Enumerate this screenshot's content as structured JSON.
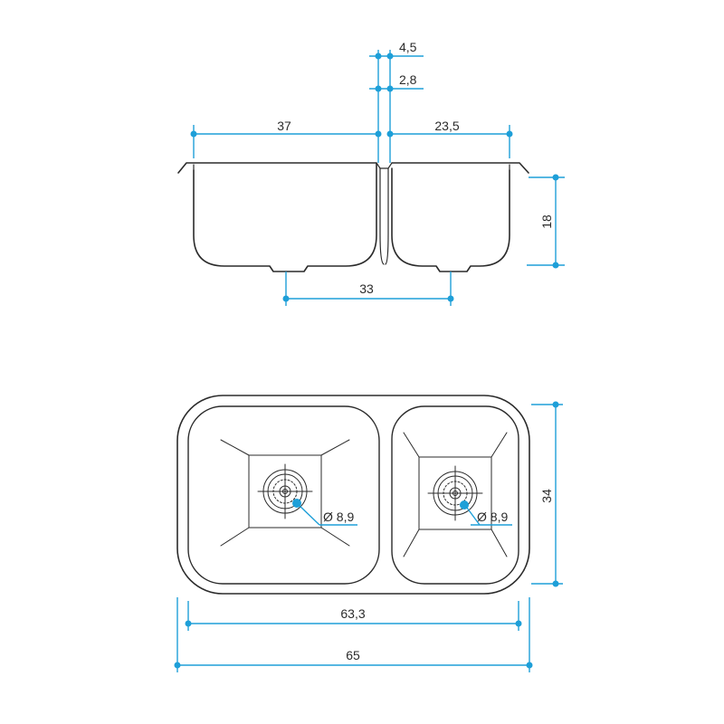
{
  "colors": {
    "outline": "#2b2b2b",
    "dimension": "#1e9fd8",
    "background": "#ffffff"
  },
  "side_view": {
    "dims": {
      "left_bowl_width": "37",
      "right_bowl_width": "23,5",
      "rim_thickness": "4,5",
      "divider_thickness": "2,8",
      "bowl_depth": "18",
      "drain_spacing": "33"
    }
  },
  "top_view": {
    "dims": {
      "inner_width": "63,3",
      "outer_width": "65",
      "depth": "34",
      "left_drain_diameter": "Ø 8,9",
      "right_drain_diameter": "Ø 8,9"
    }
  }
}
